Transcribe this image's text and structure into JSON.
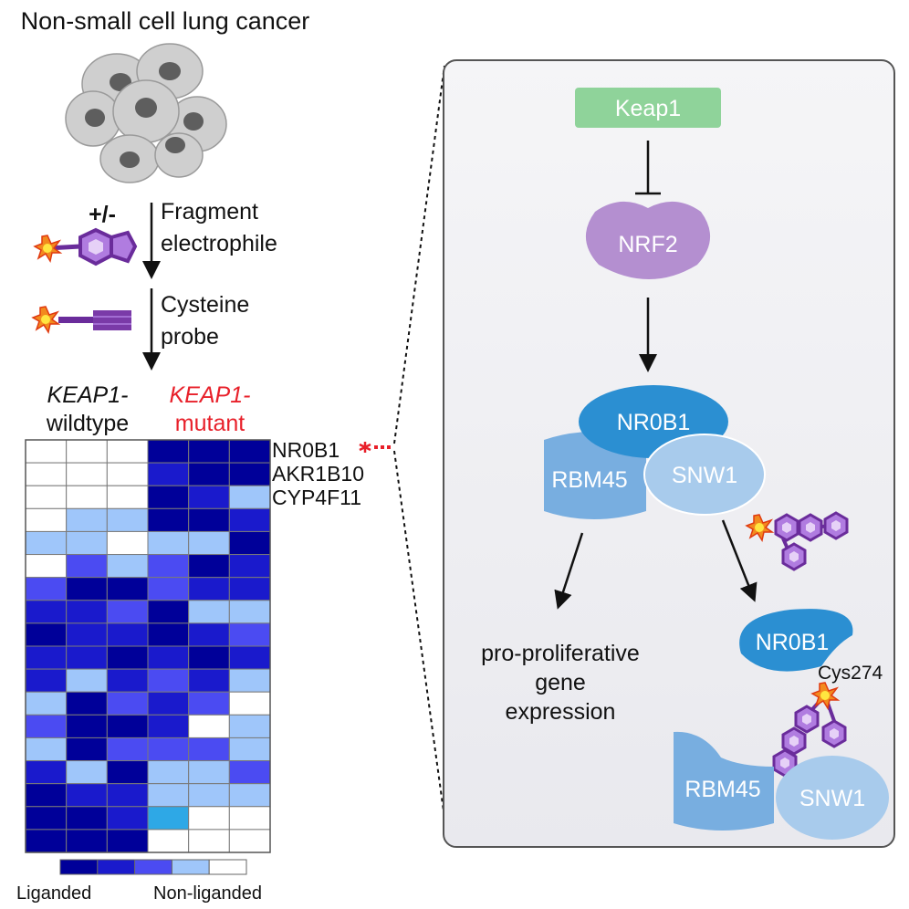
{
  "title": "Non-small cell lung cancer",
  "workflow": {
    "plus_minus": "+/-",
    "step1": [
      "Fragment",
      "electrophile"
    ],
    "step2": [
      "Cysteine",
      "probe"
    ]
  },
  "heatmap": {
    "col_group_wildtype": [
      "KEAP1-",
      "wildtype"
    ],
    "col_group_mutant": [
      "KEAP1-",
      "mutant"
    ],
    "row_labels": [
      "NR0B1",
      "AKR1B10",
      "CYP4F11"
    ],
    "legend_left": "Liganded",
    "legend_right": "Non-liganded",
    "colors": {
      "level0": "#000099",
      "level1": "#1a1acc",
      "level2": "#4b4bf2",
      "level3": "#9fc6fa",
      "level4": "#ffffff",
      "cyan": "#2ea8e6",
      "mutant_label": "#e8202a"
    },
    "cells": [
      [
        4,
        4,
        4,
        0,
        0,
        0
      ],
      [
        4,
        4,
        4,
        1,
        0,
        0
      ],
      [
        4,
        4,
        4,
        0,
        1,
        3
      ],
      [
        4,
        3,
        3,
        0,
        0,
        1
      ],
      [
        3,
        3,
        4,
        3,
        3,
        0
      ],
      [
        4,
        2,
        3,
        2,
        0,
        1
      ],
      [
        2,
        0,
        0,
        2,
        1,
        1
      ],
      [
        1,
        1,
        2,
        0,
        3,
        3
      ],
      [
        0,
        1,
        1,
        0,
        1,
        2
      ],
      [
        1,
        1,
        0,
        1,
        0,
        1
      ],
      [
        1,
        3,
        1,
        2,
        1,
        3
      ],
      [
        3,
        0,
        2,
        1,
        2,
        4
      ],
      [
        2,
        0,
        0,
        1,
        4,
        3
      ],
      [
        3,
        0,
        2,
        2,
        2,
        3
      ],
      [
        1,
        3,
        0,
        3,
        3,
        2
      ],
      [
        0,
        1,
        1,
        3,
        3,
        3
      ],
      [
        0,
        0,
        1,
        5,
        4,
        4
      ],
      [
        0,
        0,
        0,
        4,
        4,
        4
      ]
    ]
  },
  "pathway": {
    "keap1": "Keap1",
    "nrf2": "NRF2",
    "nr0b1": "NR0B1",
    "rbm45": "RBM45",
    "snw1": "SNW1",
    "outcome": [
      "pro-proliferative",
      "gene",
      "expression"
    ],
    "nr0b1_bound": "NR0B1",
    "cys_site": "Cys274",
    "rbm45_free": "RBM45",
    "snw1_free": "SNW1",
    "colors": {
      "keap1": "#8fd39a",
      "nrf2": "#b48fd0",
      "nr0b1": "#2b8fd2",
      "rbm45": "#78aee0",
      "snw1": "#a8cbec",
      "panel": "#f2f2f4"
    }
  }
}
